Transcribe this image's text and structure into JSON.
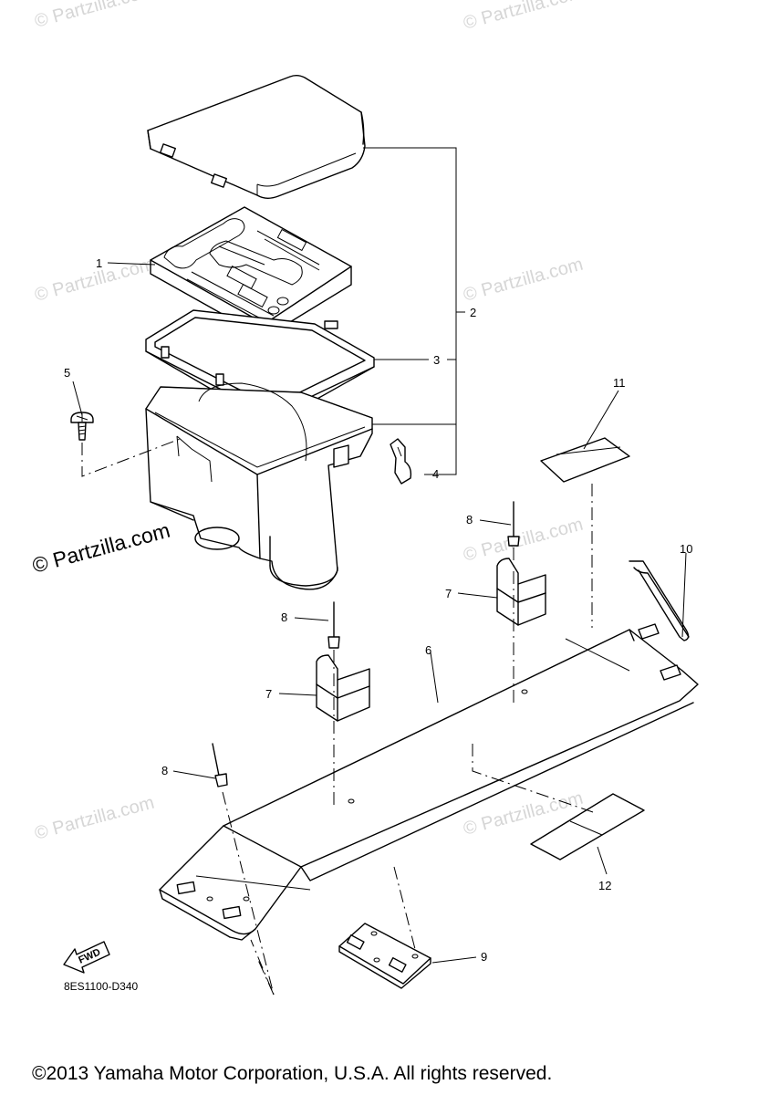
{
  "diagram": {
    "part_code": "8ES1100-D340",
    "fwd_label": "FWD",
    "copyright": "©2013 Yamaha Motor Corporation, U.S.A. All rights reserved.",
    "watermark_text": "© Partzilla.com",
    "callouts": {
      "c1": "1",
      "c2": "2",
      "c3": "3",
      "c4": "4",
      "c5": "5",
      "c6": "6",
      "c7a": "7",
      "c7b": "7",
      "c8a": "8",
      "c8b": "8",
      "c8c": "8",
      "c9": "9",
      "c10": "10",
      "c11": "11",
      "c12": "12"
    }
  }
}
